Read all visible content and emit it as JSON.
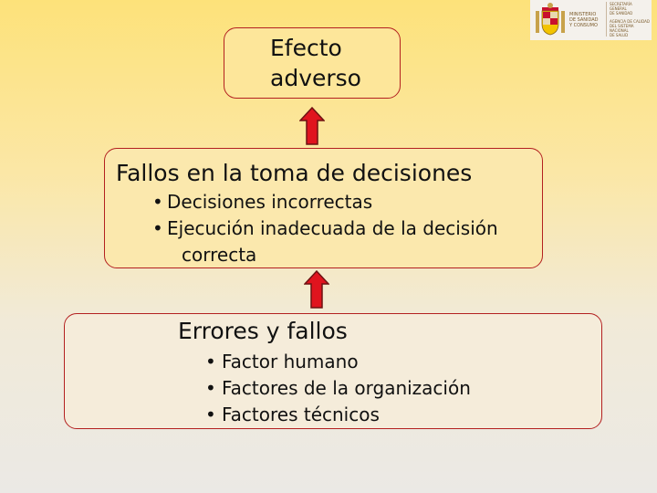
{
  "logo": {
    "ministry_text": "Ministerio\nde Sanidad\ny Consumo",
    "secretaria_text": "Secretaría General\nde Sanidad",
    "agency_text": "Agencia de Calidad\ndel Sistema Nacional\nde Salud"
  },
  "diagram": {
    "effect": {
      "text": "Efecto\nadverso"
    },
    "decisions": {
      "title": "Fallos en la toma de decisiones",
      "items": [
        "Decisiones incorrectas",
        "Ejecución inadecuada de la decisión"
      ],
      "continuation": "correcta"
    },
    "errors": {
      "title": "Errores y fallos",
      "items": [
        "Factor humano",
        "Factores de la organización",
        "Factores técnicos"
      ]
    }
  },
  "colors": {
    "arrow_fill": "#e0141e",
    "arrow_stroke": "#6e1212",
    "box_border": "#b32020"
  }
}
